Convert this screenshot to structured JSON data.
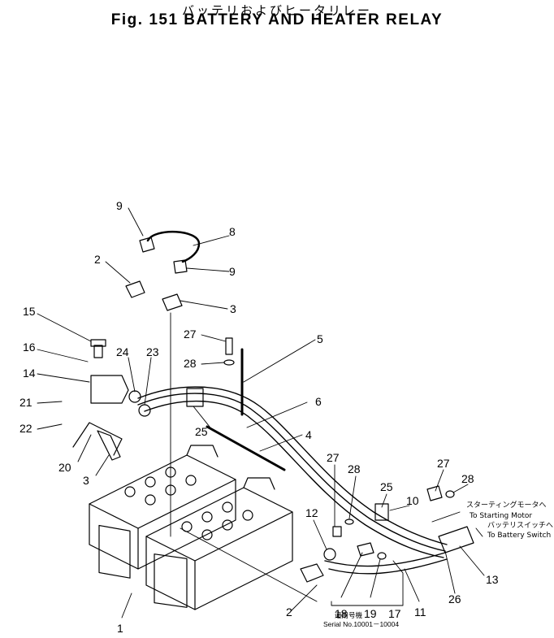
{
  "title": {
    "jp": "バッテリおよびヒータリレー",
    "en": "Fig. 151 BATTERY AND HEATER RELAY"
  },
  "notes": {
    "starting_motor_jp": "スターティングモータへ",
    "starting_motor_en": "To Starting Motor",
    "battery_switch_jp": "バッテリスイッチへ",
    "battery_switch_en": "To Battery Switch"
  },
  "serial": {
    "label_jp": "適用号機",
    "text": "Serial No.10001－10004"
  },
  "callouts": [
    "1",
    "2",
    "2",
    "3",
    "3",
    "4",
    "5",
    "6",
    "8",
    "9",
    "9",
    "10",
    "11",
    "12",
    "13",
    "14",
    "15",
    "16",
    "17",
    "18",
    "19",
    "20",
    "21",
    "22",
    "23",
    "24",
    "25",
    "25",
    "26",
    "27",
    "27",
    "27",
    "28",
    "28",
    "28"
  ]
}
